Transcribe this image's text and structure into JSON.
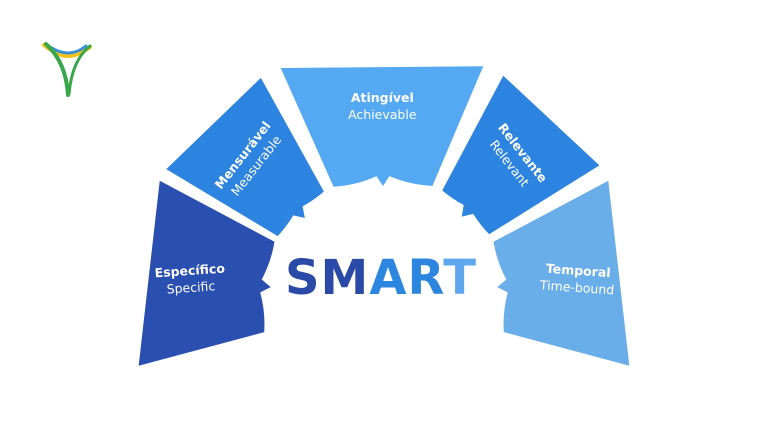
{
  "center": {
    "letters": [
      {
        "char": "S",
        "color": "#2b4aa8"
      },
      {
        "char": "M",
        "color": "#2b4aa8"
      },
      {
        "char": "A",
        "color": "#2c86e0"
      },
      {
        "char": "R",
        "color": "#2c86e0"
      },
      {
        "char": "T",
        "color": "#5ea7ee"
      }
    ]
  },
  "segments": [
    {
      "id": "especifico",
      "title": "Específico",
      "subtitle": "Specific",
      "color": "#2a4fb0"
    },
    {
      "id": "mensuravel",
      "title": "Mensurável",
      "subtitle": "Measurable",
      "color": "#2c83e0"
    },
    {
      "id": "atingivel",
      "title": "Atingível",
      "subtitle": "Achievable",
      "color": "#55a9f3"
    },
    {
      "id": "relevante",
      "title": "Relevante",
      "subtitle": "Relevant",
      "color": "#2c83e0"
    },
    {
      "id": "temporal",
      "title": "Temporal",
      "subtitle": "Time-bound",
      "color": "#6aaee9"
    }
  ],
  "logo": {
    "colors": [
      "#3aa64a",
      "#f3c21b",
      "#3a8fd8"
    ]
  }
}
